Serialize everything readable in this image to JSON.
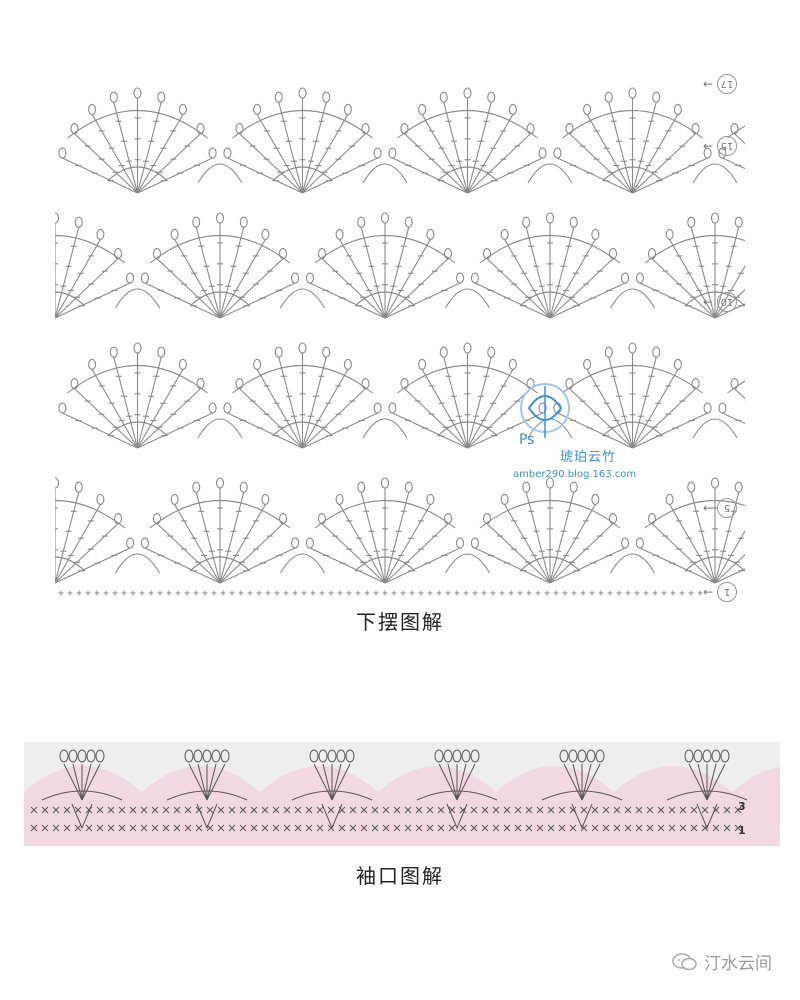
{
  "hem_chart": {
    "caption": "下摆图解",
    "row_markers": [
      "17",
      "15",
      "10",
      "5",
      "1"
    ]
  },
  "sleeve_chart": {
    "caption": "袖口图解",
    "row_labels": [
      "3",
      "1"
    ],
    "fill_color": "#f1d8e3"
  },
  "watermark": {
    "name": "琥珀云竹",
    "url": "amber290.blog.163.com",
    "color": "#3a8fd6"
  },
  "footer": {
    "brand": "汀水云间",
    "icon": "wechat-icon"
  },
  "colors": {
    "stitch": "#8a8a8a",
    "caption_text": "#222222"
  }
}
